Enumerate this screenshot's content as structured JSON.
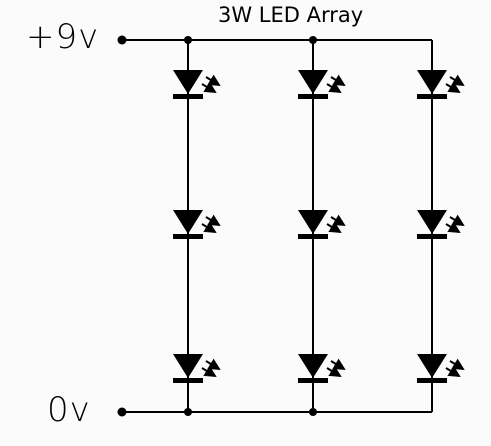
{
  "diagram": {
    "title": "3W LED Array",
    "positive_rail_label": "+9v",
    "ground_rail_label": "0v",
    "colors": {
      "wire": "#000000",
      "background": "#fbfbfb"
    },
    "strings": [
      {
        "name": "string-1",
        "leds": [
          "led",
          "led",
          "led"
        ]
      },
      {
        "name": "string-2",
        "leds": [
          "led",
          "led",
          "led"
        ]
      },
      {
        "name": "string-3",
        "leds": [
          "led",
          "led",
          "led"
        ]
      }
    ]
  }
}
